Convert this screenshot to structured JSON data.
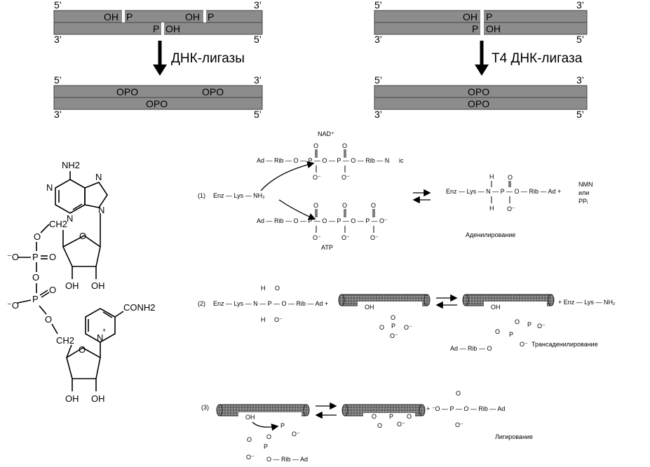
{
  "colors": {
    "strand": "#8c8c8c",
    "strand_dark": "#555555",
    "ink": "#000000",
    "bg": "#ffffff"
  },
  "top_left": {
    "end5_top": "5’",
    "end3_top": "3’",
    "end3_bot": "3’",
    "end5_bot": "5’",
    "oh1": "OH",
    "p1": "P",
    "oh2": "OH",
    "p2": "P",
    "p3": "P",
    "oh3": "OH",
    "enzyme": "ДНК-лигазы",
    "res_end5_top": "5’",
    "res_end3_top": "3’",
    "res_end3_bot": "3’",
    "res_end5_bot": "5’",
    "opo1": "OPO",
    "opo2": "OPO",
    "opo3": "OPO"
  },
  "top_right": {
    "end5_top": "5’",
    "end3_top": "3’",
    "end3_bot": "3’",
    "end5_bot": "5’",
    "oh1": "OH",
    "p1": "P",
    "p2": "P",
    "oh2": "OH",
    "enzyme": "Т4 ДНК-лигаза",
    "res_end5_top": "5’",
    "res_end3_top": "3’",
    "res_end3_bot": "3’",
    "res_end5_bot": "5’",
    "opo1": "OPO",
    "opo2": "OPO"
  },
  "nad_structure": {
    "nh2": "NH2",
    "n": "N",
    "o": "O",
    "p": "P",
    "oh": "OH",
    "ch2": "CH2",
    "conh2": "CONH2",
    "minus_o": "⁻O",
    "n_plus": "N"
  },
  "step1": {
    "num": "(1)",
    "nad": "NAD⁺",
    "nad_chain": "Ad — Rib — O — P — O — P — O — Rib — N",
    "nic": "ic",
    "enz": "Enz — Lys — NH₂",
    "atp_chain": "Ad — Rib — O — P — O — P — O — P — O⁻",
    "atp": "ATP",
    "product": "Enz — Lys — N — P — O — Rib — Ad +",
    "nmn": "NMN",
    "or": "или",
    "ppi": "PPᵢ",
    "label": "Аденилирование"
  },
  "step2": {
    "num": "(2)",
    "left": "Enz — Lys — N — P — O — Rib — Ad +",
    "oh": "OH",
    "right": "+ Enz — Lys — NH₂",
    "oh2": "OH",
    "adrib": "Ad — Rib — O",
    "label": "Трансаденилирование"
  },
  "step3": {
    "num": "(3)",
    "oh": "OH",
    "adrib": "O — Rib — Ad",
    "product": "+ ⁻O — P — O — Rib — Ad",
    "label": "Лигирование"
  }
}
